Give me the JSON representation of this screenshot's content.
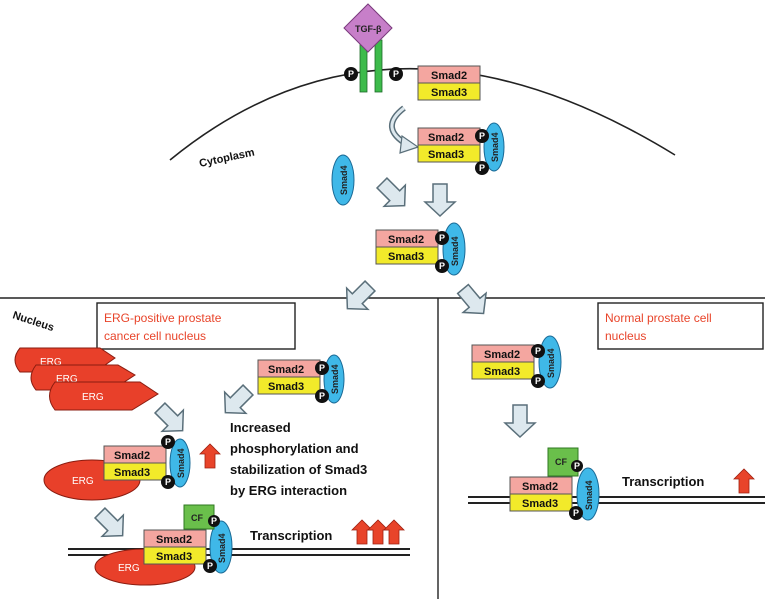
{
  "labels": {
    "ligand": "TGF-β",
    "cytoplasm": "Cytoplasm",
    "nucleus": "Nucleus",
    "erg_box_line1": "ERG-positive prostate",
    "erg_box_line2": "cancer cell nucleus",
    "normal_box_line1": "Normal prostate cell",
    "normal_box_line2": "nucleus",
    "increased_line1": "Increased",
    "increased_line2": "phosphorylation and",
    "increased_line3": "stabilization of Smad3",
    "increased_line4": "by ERG interaction",
    "transcription_left": "Transcription",
    "transcription_right": "Transcription"
  },
  "molecules": {
    "smad2": "Smad2",
    "smad3": "Smad3",
    "smad4": "Smad4",
    "phospho": "P",
    "erg": "ERG",
    "cofactor": "CF"
  },
  "colors": {
    "smad2": "#f4a6a0",
    "smad3": "#f2ea2a",
    "smad4": "#3fb8e8",
    "phospho": "#111111",
    "erg": "#e8402a",
    "cofactor": "#6abf4b",
    "receptor": "#3dbb4b",
    "ligand": "#c77fc9",
    "arrow_fill": "#dde8ee",
    "arrow_stroke": "#5a6f7a",
    "up_arrow": "#e8442a"
  }
}
